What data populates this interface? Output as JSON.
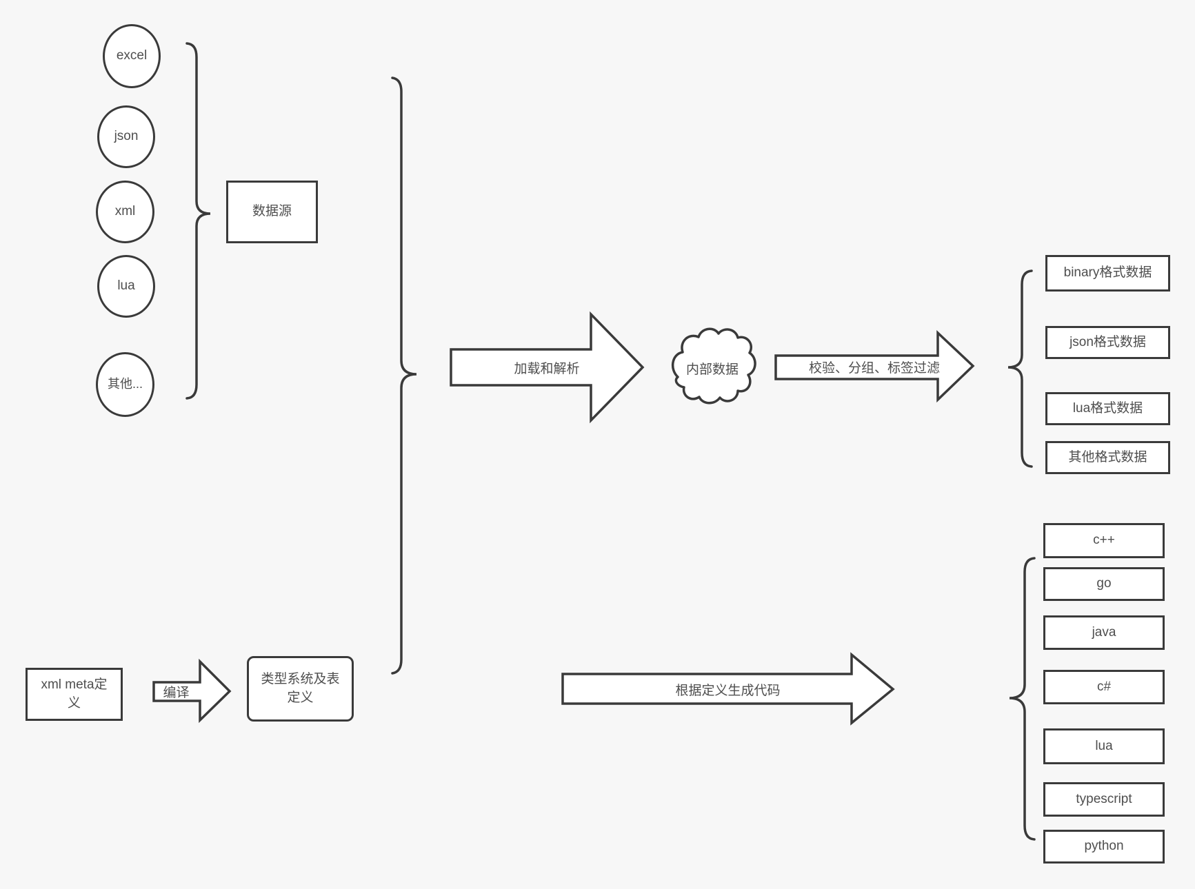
{
  "diagram": {
    "source_nodes": [
      "excel",
      "json",
      "xml",
      "lua",
      "其他..."
    ],
    "source_group_label": "数据源",
    "load_arrow_label": "加载和解析",
    "cloud_label": "内部数据",
    "filter_arrow_label": "校验、分组、标签过滤",
    "format_outputs": [
      "binary格式数据",
      "json格式数据",
      "lua格式数据",
      "其他格式数据"
    ],
    "xml_meta_label": "xml meta定义",
    "compile_arrow_label": "编译",
    "type_system_label": "类型系统及表定义",
    "codegen_arrow_label": "根据定义生成代码",
    "languages": [
      "c++",
      "go",
      "java",
      "c#",
      "lua",
      "typescript",
      "python"
    ],
    "colors": {
      "background": "#f7f7f7",
      "stroke": "#3a3a3a",
      "shape_fill": "#ffffff",
      "text": "#4e4e4e"
    }
  }
}
